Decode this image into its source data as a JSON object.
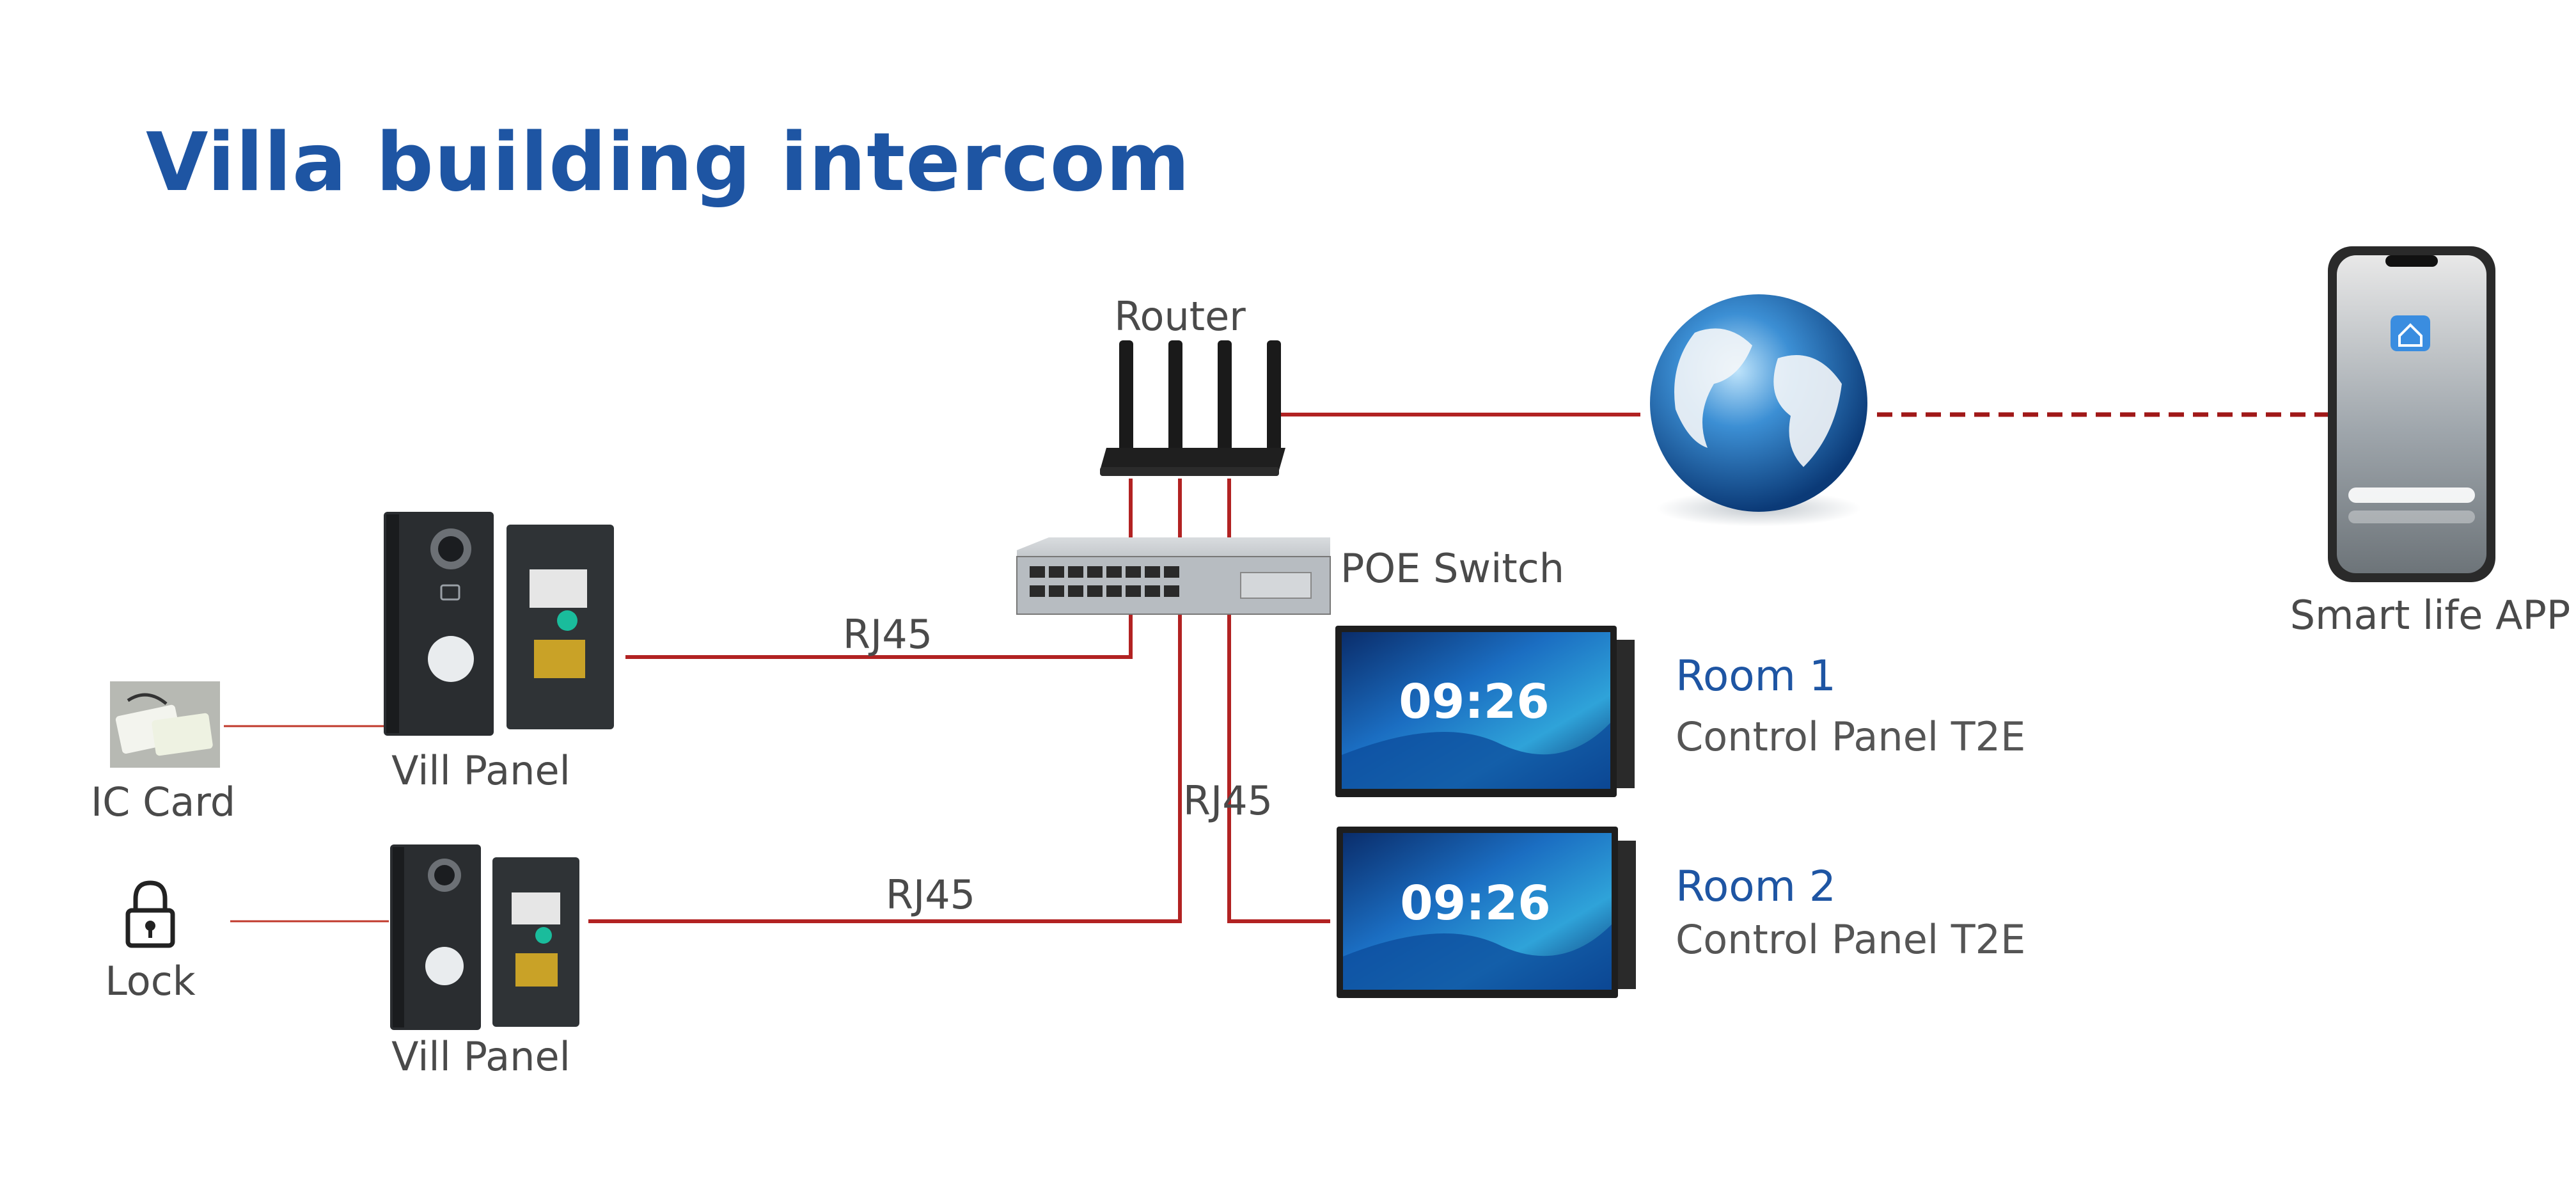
{
  "title": "Villa building intercom",
  "devices": {
    "router": "Router",
    "poe_switch": "POE Switch",
    "smart_life_app": "Smart life APP",
    "vill_panel_top": "Vill Panel",
    "vill_panel_bottom": "Vill Panel",
    "ic_card": "IC Card",
    "lock": "Lock"
  },
  "rooms": [
    {
      "name": "Room 1",
      "device": "Control Panel T2E",
      "clock": "09:26"
    },
    {
      "name": "Room 2",
      "device": "Control Panel T2E",
      "clock": "09:26"
    }
  ],
  "connections": {
    "rj45_top": "RJ45",
    "rj45_middle": "RJ45",
    "rj45_bottom": "RJ45"
  },
  "colors": {
    "title": "#1e55a3",
    "cable": "#b22222",
    "label": "#4a4a4a"
  },
  "icons": {
    "router": "router-icon",
    "switch": "poe-switch-icon",
    "globe": "globe-icon",
    "phone": "smartphone-icon",
    "lock": "lock-icon",
    "card": "ic-card-icon"
  }
}
